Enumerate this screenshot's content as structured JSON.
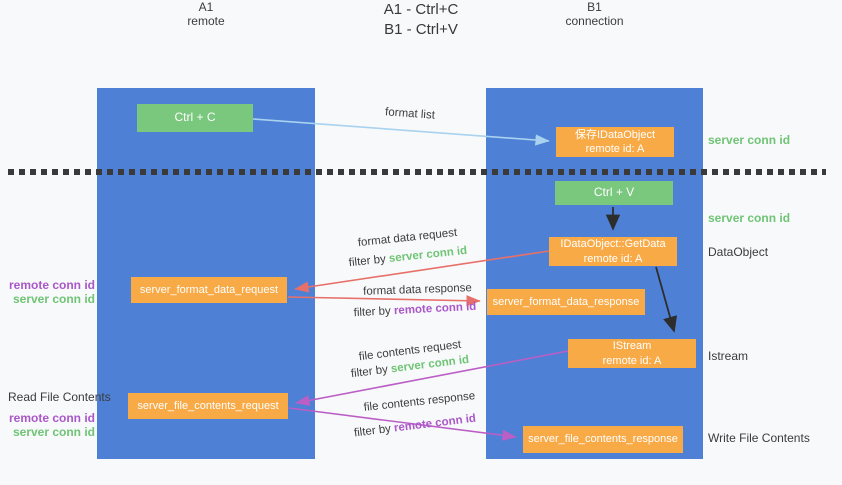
{
  "title": {
    "line1": "A1 - Ctrl+C",
    "line2": "B1 - Ctrl+V"
  },
  "lifelines": {
    "a1": {
      "title": "A1",
      "subtitle": "remote"
    },
    "b1": {
      "title": "B1",
      "subtitle": "connection"
    }
  },
  "nodes": {
    "ctrl_c": {
      "label": "Ctrl + C"
    },
    "save_idataobject": {
      "line1": "保存IDataObject",
      "line2": "remote id: A"
    },
    "ctrl_v": {
      "label": "Ctrl + V"
    },
    "idataobject_getdata": {
      "line1": "IDataObject::GetData",
      "line2": "remote id: A"
    },
    "server_format_data_request": {
      "label": "server_format_data_request"
    },
    "server_format_data_response": {
      "label": "server_format_data_response"
    },
    "istream": {
      "line1": "IStream",
      "line2": "remote id: A"
    },
    "server_file_contents_request": {
      "label": "server_file_contents_request"
    },
    "server_file_contents_response": {
      "label": "server_file_contents_response"
    }
  },
  "arrows": {
    "format_list": {
      "label": "format list"
    },
    "format_data_request": {
      "label": "format data request",
      "filter_prefix": "filter by ",
      "filter_key": "server conn id"
    },
    "format_data_response": {
      "label": "format data response",
      "filter_prefix": "filter by ",
      "filter_key": "remote conn id"
    },
    "file_contents_request": {
      "label": "file contents request",
      "filter_prefix": "filter by ",
      "filter_key": "server conn id"
    },
    "file_contents_response": {
      "label": "file contents response",
      "filter_prefix": "filter by ",
      "filter_key": "remote conn id"
    }
  },
  "side_labels": {
    "right_server_conn_id_top": "server conn id",
    "right_server_conn_id_mid": "server conn id",
    "right_dataobject": "DataObject",
    "right_istream": "Istream",
    "right_write_file_contents": "Write File Contents",
    "left_remote_conn_id_top": "remote conn id",
    "left_server_conn_id_top": "server conn id",
    "left_read_file_contents": "Read File Contents",
    "left_remote_conn_id_bottom": "remote conn id",
    "left_server_conn_id_bottom": "server conn id"
  },
  "colors": {
    "lane_blue": "#4e80d5",
    "node_green": "#7ac77e",
    "node_orange": "#f8aa47",
    "green_text": "#6fc475",
    "purple_text": "#a957c9",
    "arrow_red": "#e8706a",
    "arrow_purple": "#bb5ec6",
    "arrow_light_blue": "#a8d2ef",
    "arrow_black": "#2d2d2d",
    "separator_dash": "#3a3a3a",
    "background": "#f8f9fa"
  }
}
